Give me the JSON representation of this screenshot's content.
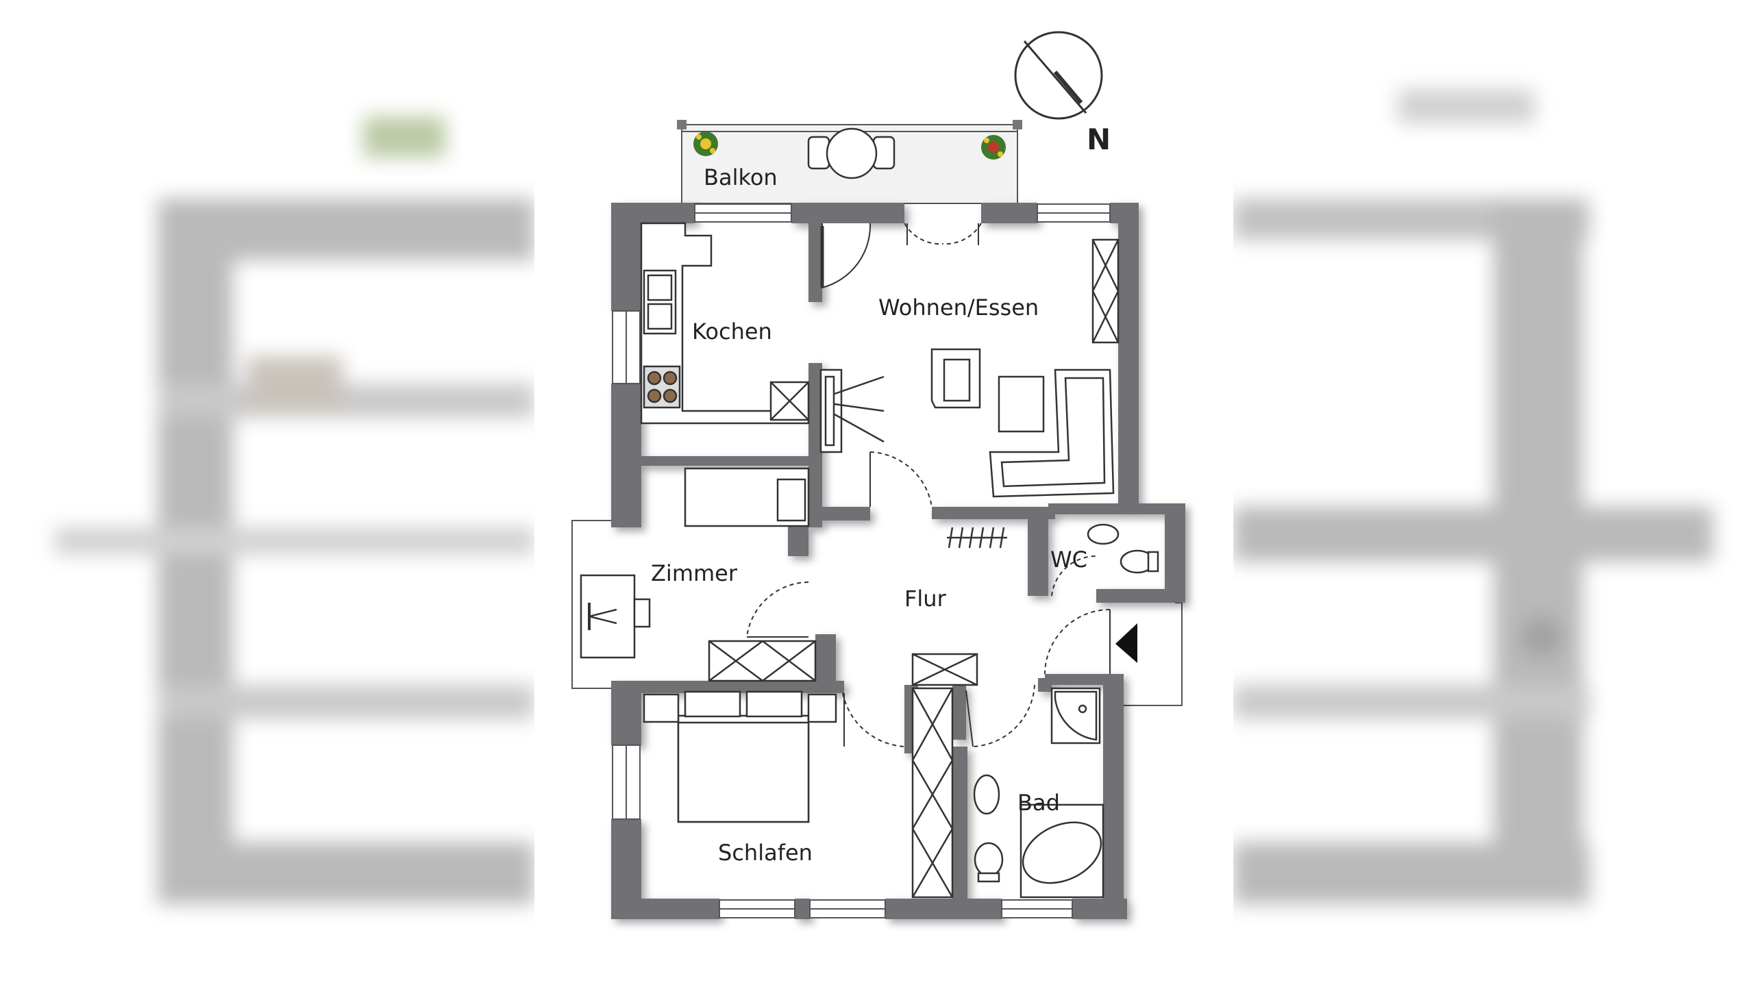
{
  "rooms": {
    "balkon": "Balkon",
    "kochen": "Kochen",
    "wohnen_essen": "Wohnen/Essen",
    "zimmer": "Zimmer",
    "flur": "Flur",
    "wc": "WC",
    "schlafen": "Schlafen",
    "bad": "Bad"
  },
  "compass": {
    "label": "N"
  },
  "colors": {
    "wall": "#6f6f74",
    "line": "#333333",
    "background": "#ffffff",
    "plant_leaf": "#3d7a2a",
    "plant_flower": "#e9c62c"
  }
}
